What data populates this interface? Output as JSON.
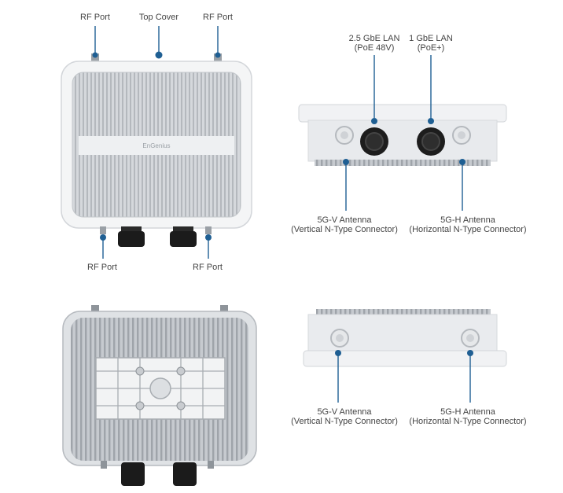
{
  "front_view": {
    "rf_port_top_left": "RF Port",
    "top_cover": "Top Cover",
    "rf_port_top_right": "RF Port",
    "rf_port_bottom_left": "RF Port",
    "rf_port_bottom_right": "RF Port",
    "brand": "EnGenius"
  },
  "top_view": {
    "lan_2_5_line1": "2.5 GbE LAN",
    "lan_2_5_line2": "(PoE 48V)",
    "lan_1_line1": "1 GbE LAN",
    "lan_1_line2": "(PoE+)",
    "antenna_v_line1": "5G-V Antenna",
    "antenna_v_line2": "(Vertical N-Type Connector)",
    "antenna_h_line1": "5G-H Antenna",
    "antenna_h_line2": "(Horizontal N-Type Connector)"
  },
  "bottom_view": {
    "antenna_v_line1": "5G-V Antenna",
    "antenna_v_line2": "(Vertical N-Type Connector)",
    "antenna_h_line1": "5G-H Antenna",
    "antenna_h_line2": "(Horizontal N-Type Connector)"
  },
  "colors": {
    "callout": "#1f5f93",
    "text": "#444444",
    "body": "#eceef0",
    "fins": "#b9bdc2"
  }
}
